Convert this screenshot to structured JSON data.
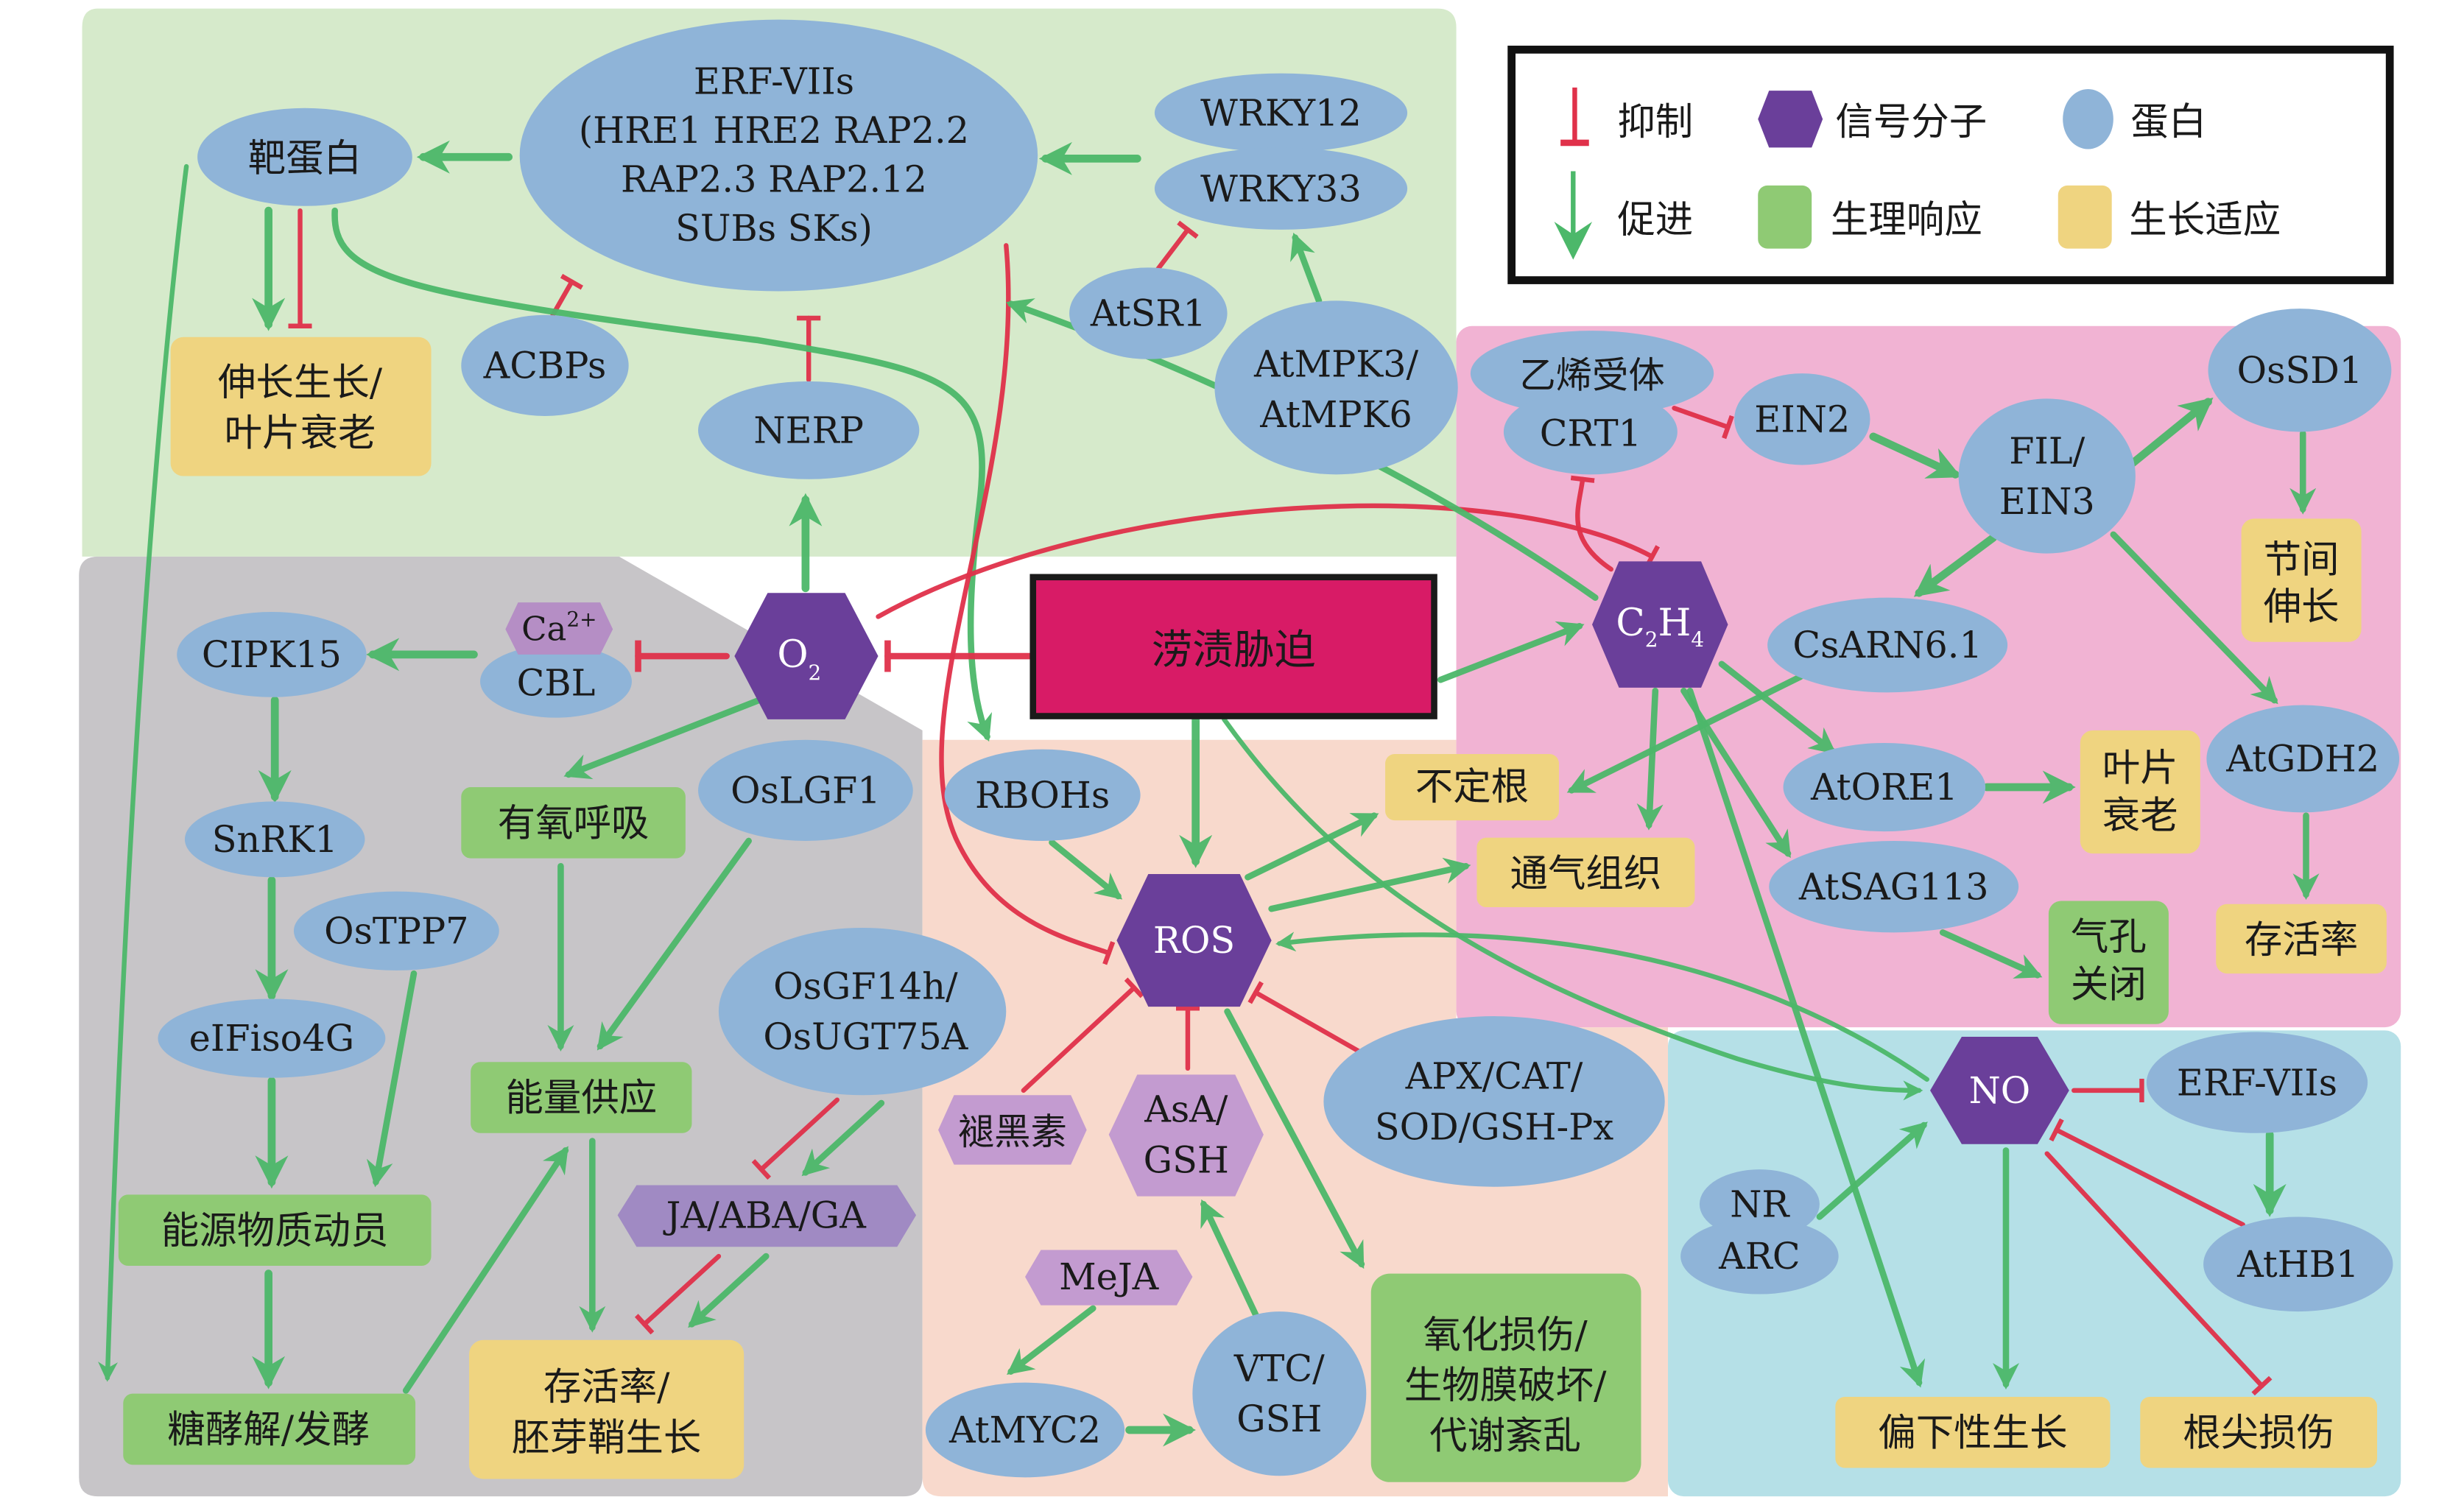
{
  "legend": {
    "inhibit": "抑制",
    "promote": "促进",
    "signal": "信号分子",
    "protein": "蛋白",
    "physio": "生理响应",
    "growth": "生长适应"
  },
  "colors": {
    "promote": "#4cb86a",
    "inhibit": "#e0314a",
    "signal": "#6a3f9a",
    "signal_light": "#b58ec5",
    "protein": "#8fb4d8",
    "physio": "#8fca74",
    "growth": "#efd480",
    "stress": "#d81b66",
    "region_o2": "#d6eacb",
    "region_anaerobic": "#c7c5c8",
    "region_ros": "#f8d9cc",
    "region_ethylene": "#f1b3d3",
    "region_no": "#b5e0e7"
  },
  "center": {
    "stress": "涝渍胁迫"
  },
  "signals": {
    "o2": "O",
    "o2_sub": "2",
    "c2h4_c": "C",
    "c2h4_2": "2",
    "c2h4_h": "H",
    "c2h4_4": "4",
    "ros": "ROS",
    "no": "NO",
    "ca": "Ca",
    "ca_sup": "2+",
    "jaabaga": "JA/ABA/GA",
    "melatonin": "褪黑素",
    "asa_1": "AsA/",
    "asa_2": "GSH",
    "meja": "MeJA"
  },
  "proteins": {
    "target": "靶蛋白",
    "erf_1": "ERF-VIIs",
    "erf_2": "(HRE1 HRE2 RAP2.2",
    "erf_3": "RAP2.3 RAP2.12",
    "erf_4": "SUBs SKs)",
    "wrky12": "WRKY12",
    "wrky33": "WRKY33",
    "atsr1": "AtSR1",
    "atmpk_1": "AtMPK3/",
    "atmpk_2": "AtMPK6",
    "acbps": "ACBPs",
    "nerp": "NERP",
    "receptor": "乙烯受体",
    "crt1": "CRT1",
    "ein2": "EIN2",
    "fil_1": "FIL/",
    "fil_2": "EIN3",
    "ossd1": "OsSD1",
    "csarn": "CsARN6.1",
    "atore1": "AtORE1",
    "atsag": "AtSAG113",
    "atgdh2": "AtGDH2",
    "cipk15": "CIPK15",
    "cbl": "CBL",
    "snrk1": "SnRK1",
    "ostpp7": "OsTPP7",
    "eifiso": "eIFiso4G",
    "oslgf1": "OsLGF1",
    "osgf_1": "OsGF14h/",
    "osgf_2": "OsUGT75A",
    "rbohs": "RBOHs",
    "apx_1": "APX/CAT/",
    "apx_2": "SOD/GSH-Px",
    "atmyc2": "AtMYC2",
    "vtc_1": "VTC/",
    "vtc_2": "GSH",
    "erf_no": "ERF-VIIs",
    "athb1": "AtHB1",
    "nr": "NR",
    "arc": "ARC"
  },
  "responses": {
    "elong_1": "伸长生长/",
    "elong_2": "叶片衰老",
    "internode_1": "节间",
    "internode_2": "伸长",
    "leaf_1": "叶片",
    "leaf_2": "衰老",
    "survival_right": "存活率",
    "stomata_1": "气孔",
    "stomata_2": "关闭",
    "adv_root": "不定根",
    "aerenchyma": "通气组织",
    "aerobic": "有氧呼吸",
    "energy": "能量供应",
    "mobilize": "能源物质动员",
    "glyco": "糖酵解/发酵",
    "survival_1": "存活率/",
    "survival_2": "胚芽鞘生长",
    "oxid_1": "氧化损伤/",
    "oxid_2": "生物膜破坏/",
    "oxid_3": "代谢紊乱",
    "epinasty": "偏下性生长",
    "roottip": "根尖损伤"
  }
}
